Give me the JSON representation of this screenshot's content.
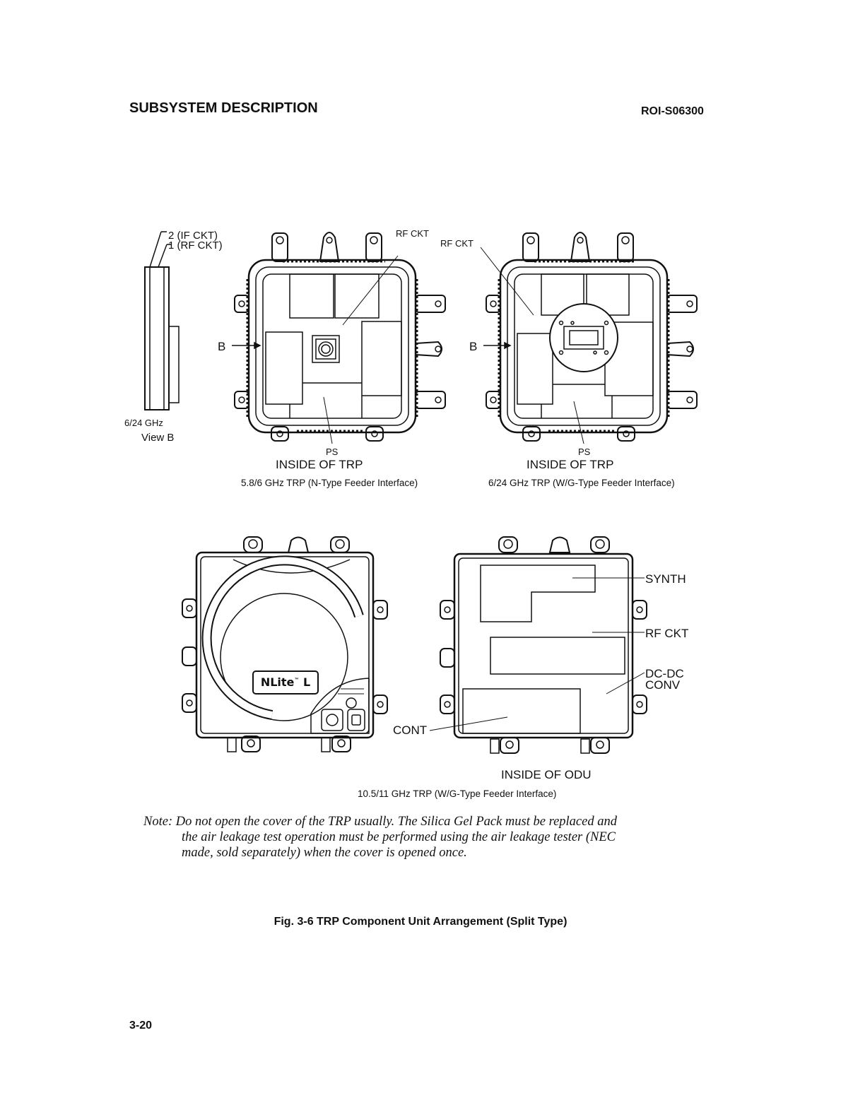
{
  "header": {
    "section_title": "SUBSYSTEM DESCRIPTION",
    "doc_number": "ROI-S06300"
  },
  "figure_top": {
    "view_b": {
      "label_2": "2 (IF CKT)",
      "label_1": "1 (RF CKT)",
      "freq": "6/24 GHz",
      "view": "View B"
    },
    "left_unit": {
      "rf_ckt": "RF CKT",
      "b_arrow": "B",
      "ps": "PS",
      "title": "INSIDE OF TRP",
      "caption": "5.8/6 GHz TRP (N-Type Feeder Interface)"
    },
    "right_unit": {
      "rf_ckt": "RF CKT",
      "b_arrow": "B",
      "ps": "PS",
      "title": "INSIDE OF TRP",
      "caption": "6/24 GHz TRP (W/G-Type Feeder Interface)"
    }
  },
  "figure_bottom": {
    "logo_text": "NLite",
    "logo_suffix": "L",
    "odu_labels": {
      "synth": "SYNTH",
      "rf_ckt": "RF CKT",
      "dcdc_1": "DC-DC",
      "dcdc_2": "CONV",
      "cont": "CONT"
    },
    "title": "INSIDE OF ODU",
    "caption": "10.5/11 GHz TRP (W/G-Type Feeder Interface)"
  },
  "note": {
    "prefix": "Note:",
    "line1": "Do not open the cover of the TRP usually.  The Silica Gel Pack must be replaced  and",
    "line2": "the air leakage test operation must be performed using the air leakage tester (NEC",
    "line3": "made, sold separately) when the cover is opened once."
  },
  "figure_caption": "Fig. 3-6  TRP Component Unit Arrangement (Split Type)",
  "page_number": "3-20"
}
